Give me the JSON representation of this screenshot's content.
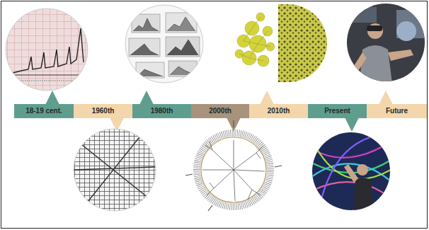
{
  "diagram": {
    "nodes": [
      {
        "text": [
          "18-19 cent."
        ]
      },
      {
        "text": [
          "1960th"
        ]
      },
      {
        "text": [
          "1980th"
        ]
      },
      {
        "text": [
          "2000th"
        ]
      },
      {
        "text": [
          "2010th"
        ]
      },
      {
        "text": [
          "Present"
        ]
      },
      {
        "text": [
          "Future"
        ]
      }
    ]
  }
}
